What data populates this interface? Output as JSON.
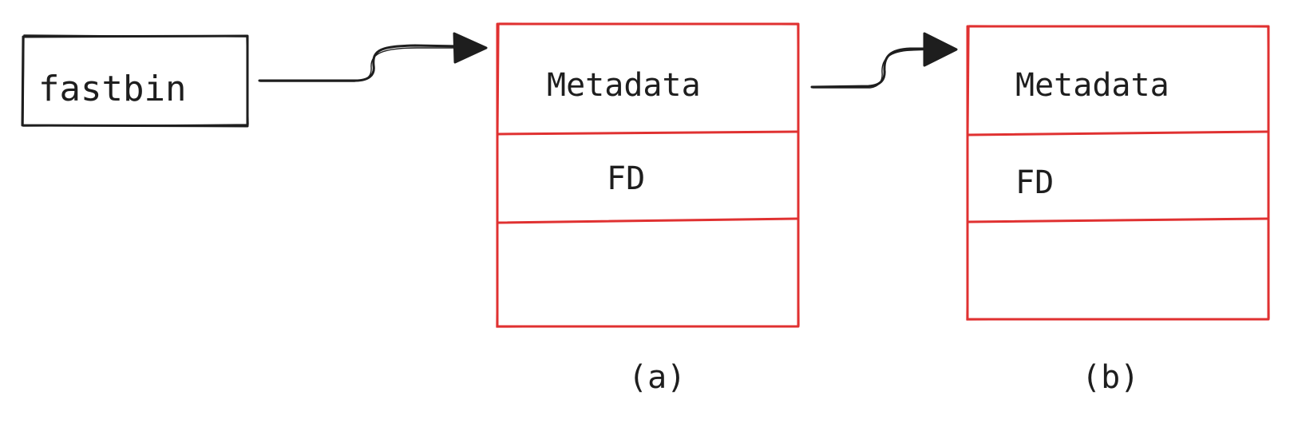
{
  "diagram": {
    "source_node": {
      "label": "fastbin"
    },
    "chunks": [
      {
        "caption": "(a)",
        "fields": [
          "Metadata",
          "FD",
          ""
        ]
      },
      {
        "caption": "(b)",
        "fields": [
          "Metadata",
          "FD",
          ""
        ]
      }
    ],
    "colors": {
      "chunk_stroke": "#e03131",
      "ink": "#1e1e1e"
    }
  }
}
